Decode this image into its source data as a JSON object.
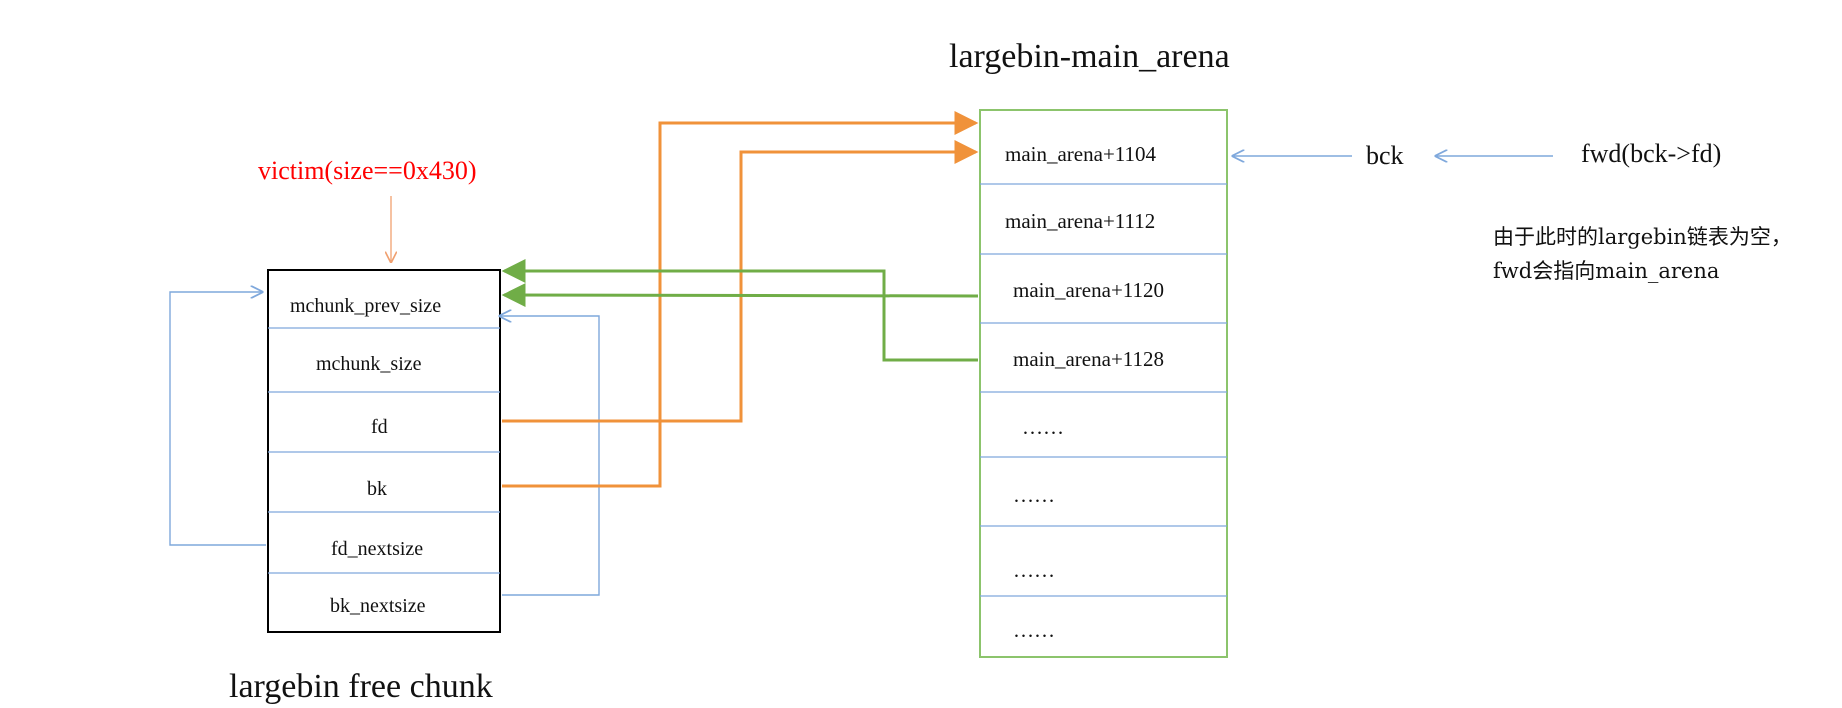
{
  "arena_title": "largebin-main_arena",
  "chunk_title": "largebin free chunk",
  "victim_label": "victim(size==0x430)",
  "chunk_fields": [
    "mchunk_prev_size",
    "mchunk_size",
    "fd",
    "bk",
    "fd_nextsize",
    "bk_nextsize"
  ],
  "arena_entries": [
    "main_arena+1104",
    "main_arena+1112",
    "main_arena+1120",
    "main_arena+1128",
    "……",
    "……",
    "……",
    "……"
  ],
  "bck_label": "bck",
  "fwd_label": "fwd(bck->fd)",
  "note_lines": [
    "由于此时的largebin链表为空，",
    "fwd会指向main_arena"
  ],
  "colors": {
    "victim_text": "#ff0000",
    "victim_arrow": "#f0a070",
    "orange_arrow": "#f0923a",
    "green_arrow": "#70ad47",
    "blue_line": "#7fa8dc",
    "chunk_border": "#000000",
    "arena_border": "#8cc46c",
    "row_divider": "#7fa8dc"
  }
}
